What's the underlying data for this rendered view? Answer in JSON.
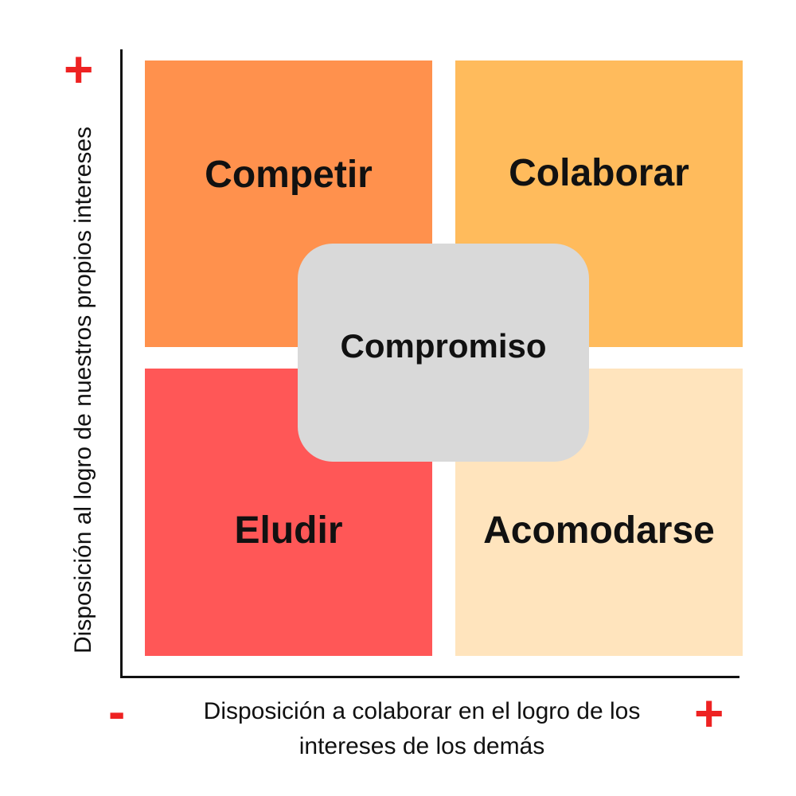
{
  "quadrants": {
    "top_left": {
      "label": "Competir",
      "color": "#ff914d"
    },
    "top_right": {
      "label": "Colaborar",
      "color": "#ffbb5c"
    },
    "bottom_left": {
      "label": "Eludir",
      "color": "#ff5757"
    },
    "bottom_right": {
      "label": "Acomodarse",
      "color": "#ffe4bd"
    }
  },
  "center": {
    "label": "Compromiso",
    "color": "#d9d9d9"
  },
  "axes": {
    "y_label": "Disposición al logro de nuestros propios intereses",
    "x_label": "Disposición a colaborar en el logro de los intereses de los demás"
  },
  "signs": {
    "y_plus": "+",
    "x_minus": "-",
    "x_plus": "+"
  },
  "colors": {
    "sign": "#ee2222",
    "axis": "#111111"
  }
}
